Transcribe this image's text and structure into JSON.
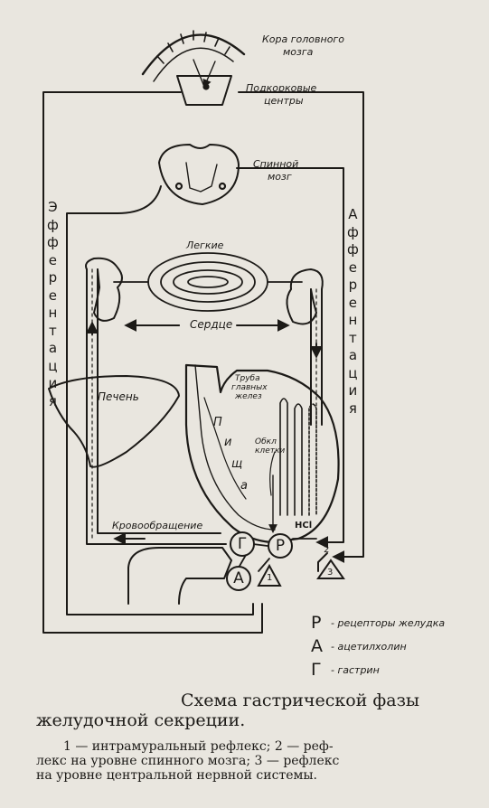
{
  "labels": {
    "cortex": "Кора головного мозга",
    "cortex_line1": "Кора головного",
    "cortex_line2": "мозга",
    "subcortical_line1": "Подкорковые",
    "subcortical_line2": "центры",
    "spinal_line1": "Спинной",
    "spinal_line2": "мозг",
    "lungs": "Легкие",
    "heart": "Сердце",
    "liver": "Печень",
    "food_letters": [
      "П",
      "и",
      "щ",
      "а"
    ],
    "glands_line1": "Труба",
    "glands_line2": "главных",
    "glands_line3": "желез",
    "parietal_line1": "Обкл",
    "parietal_line2": "клетки",
    "hcl": "HCl",
    "blood": "Кровообращение",
    "efferent_letters": [
      "Э",
      "ф",
      "ф",
      "е",
      "р",
      "е",
      "н",
      "т",
      "а",
      "ц",
      "и",
      "я"
    ],
    "afferent_letters": [
      "А",
      "ф",
      "ф",
      "е",
      "р",
      "е",
      "н",
      "т",
      "а",
      "ц",
      "и",
      "я"
    ],
    "circle_g": "Г",
    "circle_r": "Р",
    "circle_a": "А",
    "tri_1": "1",
    "tri_3": "3",
    "num_2": "2"
  },
  "legend": [
    {
      "key": "Р",
      "text": "- рецепторы желудка"
    },
    {
      "key": "А",
      "text": "- ацетилхолин"
    },
    {
      "key": "Г",
      "text": "- гастрин"
    }
  ],
  "caption": {
    "title_line1": "Схема гастрической фазы",
    "title_line2": "желудочной секреции.",
    "body_line1": "1 — интрамуральный рефлекс; 2 — реф-",
    "body_line2": "лекс на уровне спинного мозга; 3 — рефлекс",
    "body_line3": "на уровне центральной нервной системы."
  }
}
